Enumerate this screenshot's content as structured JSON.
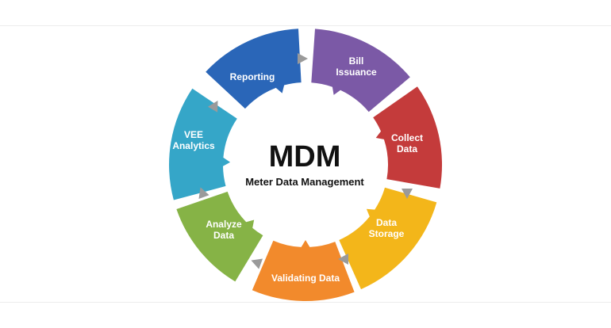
{
  "center": {
    "title": "MDM",
    "subtitle": "Meter Data Management"
  },
  "steps": [
    {
      "id": "reporting",
      "lines": [
        "Reporting"
      ],
      "color": "#2a66b8"
    },
    {
      "id": "bill",
      "lines": [
        "Bill",
        "Issuance"
      ],
      "color": "#7b59a6"
    },
    {
      "id": "collect",
      "lines": [
        "Collect",
        "Data"
      ],
      "color": "#c43b3b"
    },
    {
      "id": "storage",
      "lines": [
        "Data",
        "Storage"
      ],
      "color": "#f3b61a"
    },
    {
      "id": "validating",
      "lines": [
        "Validating Data"
      ],
      "color": "#f28a2c"
    },
    {
      "id": "analyze",
      "lines": [
        "Analyze",
        "Data"
      ],
      "color": "#86b346"
    },
    {
      "id": "vee",
      "lines": [
        "VEE",
        "Analytics"
      ],
      "color": "#35a6c8"
    }
  ],
  "arrow_color": "#9a9a9a"
}
